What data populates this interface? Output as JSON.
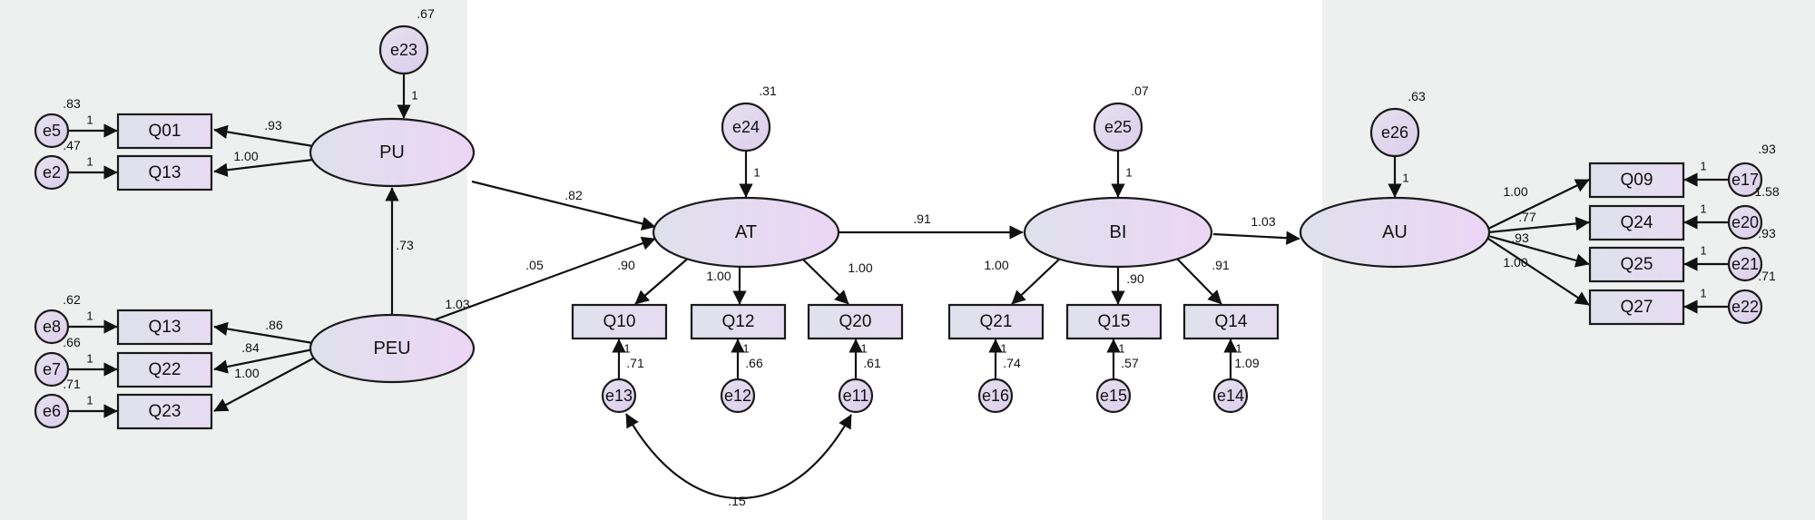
{
  "colors": {
    "latent_left": "#dfe0ec",
    "latent_right": "#ecd6f6",
    "observed": "#e4e2f0",
    "error": "#e2d4ee",
    "panel": "#eeefef"
  },
  "latents": [
    {
      "id": "PU",
      "label": "PU"
    },
    {
      "id": "PEU",
      "label": "PEU"
    },
    {
      "id": "AT",
      "label": "AT"
    },
    {
      "id": "BI",
      "label": "BI"
    },
    {
      "id": "AU",
      "label": "AU"
    }
  ],
  "observed": [
    {
      "id": "pu_q01",
      "label": "Q01"
    },
    {
      "id": "pu_q13",
      "label": "Q13"
    },
    {
      "id": "peu_q13",
      "label": "Q13"
    },
    {
      "id": "peu_q22",
      "label": "Q22"
    },
    {
      "id": "peu_q23",
      "label": "Q23"
    },
    {
      "id": "at_q10",
      "label": "Q10"
    },
    {
      "id": "at_q12",
      "label": "Q12"
    },
    {
      "id": "at_q20",
      "label": "Q20"
    },
    {
      "id": "bi_q21",
      "label": "Q21"
    },
    {
      "id": "bi_q15",
      "label": "Q15"
    },
    {
      "id": "bi_q14",
      "label": "Q14"
    },
    {
      "id": "au_q09",
      "label": "Q09"
    },
    {
      "id": "au_q24",
      "label": "Q24"
    },
    {
      "id": "au_q25",
      "label": "Q25"
    },
    {
      "id": "au_q27",
      "label": "Q27"
    }
  ],
  "errors": [
    {
      "id": "e5",
      "label": "e5",
      "variance": ".83",
      "weight": "1"
    },
    {
      "id": "e2",
      "label": "e2",
      "variance": ".47",
      "weight": "1"
    },
    {
      "id": "e8",
      "label": "e8",
      "variance": ".62",
      "weight": "1"
    },
    {
      "id": "e7",
      "label": "e7",
      "variance": ".66",
      "weight": "1"
    },
    {
      "id": "e6",
      "label": "e6",
      "variance": ".71",
      "weight": "1"
    },
    {
      "id": "e23",
      "label": "e23",
      "variance": ".67",
      "weight": "1"
    },
    {
      "id": "e24",
      "label": "e24",
      "variance": ".31",
      "weight": "1"
    },
    {
      "id": "e25",
      "label": "e25",
      "variance": ".07",
      "weight": "1"
    },
    {
      "id": "e26",
      "label": "e26",
      "variance": ".63",
      "weight": "1"
    },
    {
      "id": "e13",
      "label": "e13",
      "variance": ".71",
      "weight": "1"
    },
    {
      "id": "e12",
      "label": "e12",
      "variance": ".66",
      "weight": "1"
    },
    {
      "id": "e11",
      "label": "e11",
      "variance": ".61",
      "weight": "1"
    },
    {
      "id": "e16",
      "label": "e16",
      "variance": ".74",
      "weight": "1"
    },
    {
      "id": "e15",
      "label": "e15",
      "variance": ".57",
      "weight": "1"
    },
    {
      "id": "e14",
      "label": "e14",
      "variance": "1.09",
      "weight": "1"
    },
    {
      "id": "e17",
      "label": "e17",
      "variance": ".93",
      "weight": "1"
    },
    {
      "id": "e20",
      "label": "e20",
      "variance": "1.58",
      "weight": "1"
    },
    {
      "id": "e21",
      "label": "e21",
      "variance": ".93",
      "weight": "1"
    },
    {
      "id": "e22",
      "label": "e22",
      "variance": ".71",
      "weight": "1"
    }
  ],
  "loadings": [
    {
      "id": "pu_q01",
      "value": ".93"
    },
    {
      "id": "pu_q13",
      "value": "1.00"
    },
    {
      "id": "peu_q13",
      "value": ".86"
    },
    {
      "id": "peu_q22",
      "value": ".84"
    },
    {
      "id": "peu_q23",
      "value": "1.00"
    },
    {
      "id": "at_q10",
      "value": ".90"
    },
    {
      "id": "at_q12",
      "value": "1.00"
    },
    {
      "id": "at_q20",
      "value": "1.00"
    },
    {
      "id": "bi_q21",
      "value": "1.00"
    },
    {
      "id": "bi_q15",
      "value": ".90"
    },
    {
      "id": "bi_q14",
      "value": ".91"
    },
    {
      "id": "au_q09",
      "value": "1.00"
    },
    {
      "id": "au_q24",
      "value": ".77"
    },
    {
      "id": "au_q25",
      "value": ".93"
    },
    {
      "id": "au_q27",
      "value": "1.00"
    }
  ],
  "paths": [
    {
      "id": "peu_pu",
      "value": ".73"
    },
    {
      "id": "pu_at",
      "value": ".82"
    },
    {
      "id": "peu_at",
      "value": ".05"
    },
    {
      "id": "peu_at_b",
      "value": "1.03"
    },
    {
      "id": "at_bi",
      "value": ".91"
    },
    {
      "id": "bi_au",
      "value": "1.03"
    }
  ],
  "covariances": [
    {
      "id": "e13_e11",
      "value": ".15"
    }
  ]
}
